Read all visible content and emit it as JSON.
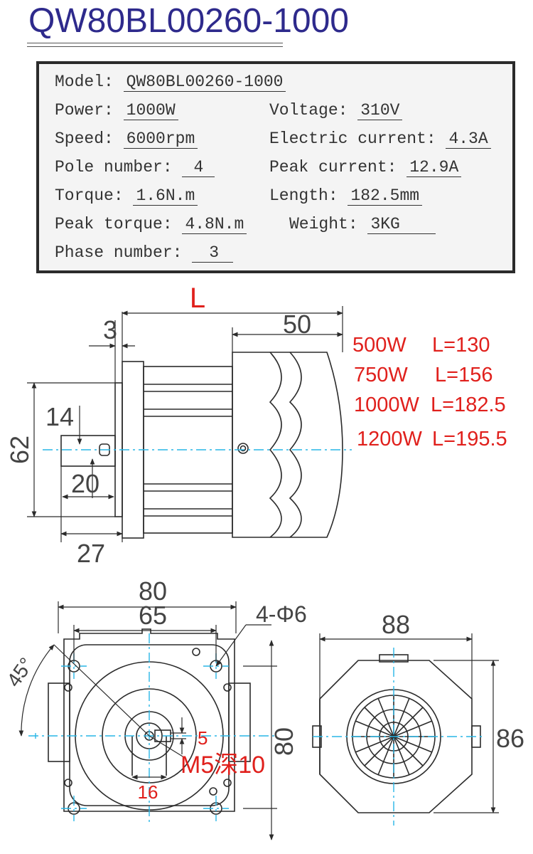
{
  "title": "QW80BL00260-1000",
  "specs": {
    "model": {
      "label": "Model:",
      "value": "QW80BL00260-1000"
    },
    "power": {
      "label": "Power:",
      "value": "1000W"
    },
    "voltage": {
      "label": "Voltage:",
      "value": "310V"
    },
    "speed": {
      "label": "Speed:",
      "value": "6000rpm"
    },
    "electric_current": {
      "label": "Electric current:",
      "value": "4.3A"
    },
    "pole_number": {
      "label": "Pole number:",
      "value": "4"
    },
    "peak_current": {
      "label": "Peak current:",
      "value": "12.9A"
    },
    "torque": {
      "label": "Torque:",
      "value": "1.6N.m"
    },
    "length": {
      "label": "Length:",
      "value": "182.5mm"
    },
    "peak_torque": {
      "label": "Peak torque:",
      "value": "4.8N.m"
    },
    "weight": {
      "label": "Weight:",
      "value": "3KG"
    },
    "phase_number": {
      "label": "Phase number:",
      "value": "3"
    }
  },
  "side_view": {
    "L": "L",
    "dim_3": "3",
    "dim_50": "50",
    "dim_62": "62",
    "dim_14": "14",
    "dim_20": "20",
    "dim_27": "27"
  },
  "length_table": [
    {
      "power": "500W",
      "length": "L=130"
    },
    {
      "power": "750W",
      "length": "L=156"
    },
    {
      "power": "1000W",
      "length": "L=182.5"
    },
    {
      "power": "1200W",
      "length": "L=195.5"
    }
  ],
  "front_view": {
    "dim_80_top": "80",
    "dim_65": "65",
    "holes": "4-Φ6",
    "angle": "45°",
    "dim_80_side": "80",
    "dim_5": "5",
    "thread": "M5深10",
    "dim_16": "16"
  },
  "rear_view": {
    "dim_88": "88",
    "dim_86": "86"
  },
  "colors": {
    "title": "#2e2a8c",
    "red_annotation": "#e0201c",
    "centerline": "#29b6e6",
    "outline": "#2b2b2b"
  }
}
